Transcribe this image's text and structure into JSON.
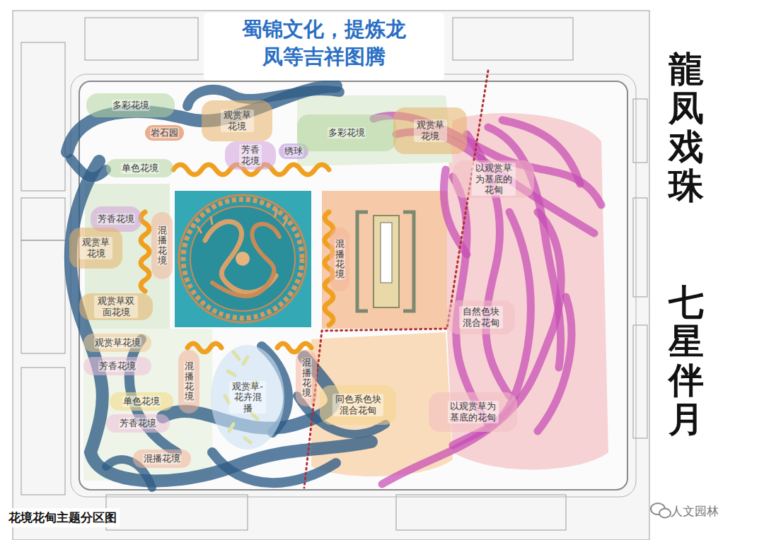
{
  "diagram": {
    "title": "蜀锦文化，提炼龙凤等吉祥图腾",
    "caption": "花境花甸主题分区图",
    "nodes": [
      {
        "text": [
          "多彩花境"
        ]
      },
      {
        "text": [
          "观赏草花境"
        ]
      },
      {
        "text": [
          "岩石园"
        ]
      },
      {
        "text": [
          "芳香花境"
        ]
      },
      {
        "text": [
          "绣球"
        ]
      },
      {
        "text": [
          "单色花境"
        ]
      },
      {
        "text": [
          "多彩花境"
        ]
      },
      {
        "text": [
          "观赏草花境"
        ]
      },
      {
        "text": [
          "以观赏草为基底的花甸"
        ]
      },
      {
        "text": [
          "芳香花境"
        ]
      },
      {
        "text": [
          "观赏草花境"
        ]
      },
      {
        "text": [
          "混播花境"
        ]
      },
      {
        "text": [
          "观赏草双面花境"
        ]
      },
      {
        "text": [
          "混播花境"
        ]
      },
      {
        "text": [
          "自然色块混合花甸"
        ]
      },
      {
        "text": [
          "观赏草花境"
        ]
      },
      {
        "text": [
          "芳香花境"
        ]
      },
      {
        "text": [
          "混播花境"
        ]
      },
      {
        "text": [
          "观赏草-花卉混播"
        ]
      },
      {
        "text": [
          "混播花境"
        ]
      },
      {
        "text": [
          "同色系色块混合花甸"
        ]
      },
      {
        "text": [
          "以观赏草为基底的花甸"
        ]
      },
      {
        "text": [
          "单色花境"
        ]
      },
      {
        "text": [
          "芳香花境"
        ]
      },
      {
        "text": [
          "混播花境"
        ]
      }
    ],
    "labels": [
      "龍凤戏珠",
      "七星伴月",
      "人文园林"
    ]
  }
}
